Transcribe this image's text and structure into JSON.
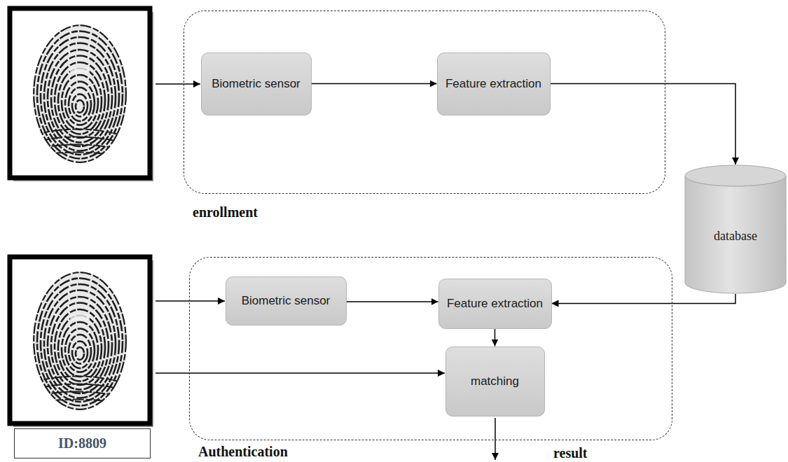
{
  "diagram": {
    "nodes": [
      {
        "text": [
          "enrollment"
        ]
      },
      {
        "text": [
          "Biometric sensor"
        ],
        "in": 0
      },
      {
        "text": [
          "Feature extraction"
        ],
        "in": 0
      },
      {
        "text": [
          "database"
        ]
      },
      {
        "text": [
          "Authentication"
        ]
      },
      {
        "text": [
          "Biometric sensor"
        ],
        "in": 4
      },
      {
        "text": [
          "Feature extraction"
        ],
        "in": 4
      },
      {
        "text": [
          "matching"
        ],
        "in": 4
      },
      {
        "text": [
          "ID:8809"
        ]
      }
    ],
    "edges": [
      {
        "from": 1,
        "to": 2,
        "arrow": "to"
      },
      {
        "from": 2,
        "to": 3,
        "arrow": "to"
      },
      {
        "from": 3,
        "to": 6,
        "arrow": "to"
      },
      {
        "from": 5,
        "to": 6,
        "arrow": "to"
      },
      {
        "from": 6,
        "to": 7,
        "arrow": "to"
      }
    ],
    "labels": [
      "result"
    ]
  }
}
